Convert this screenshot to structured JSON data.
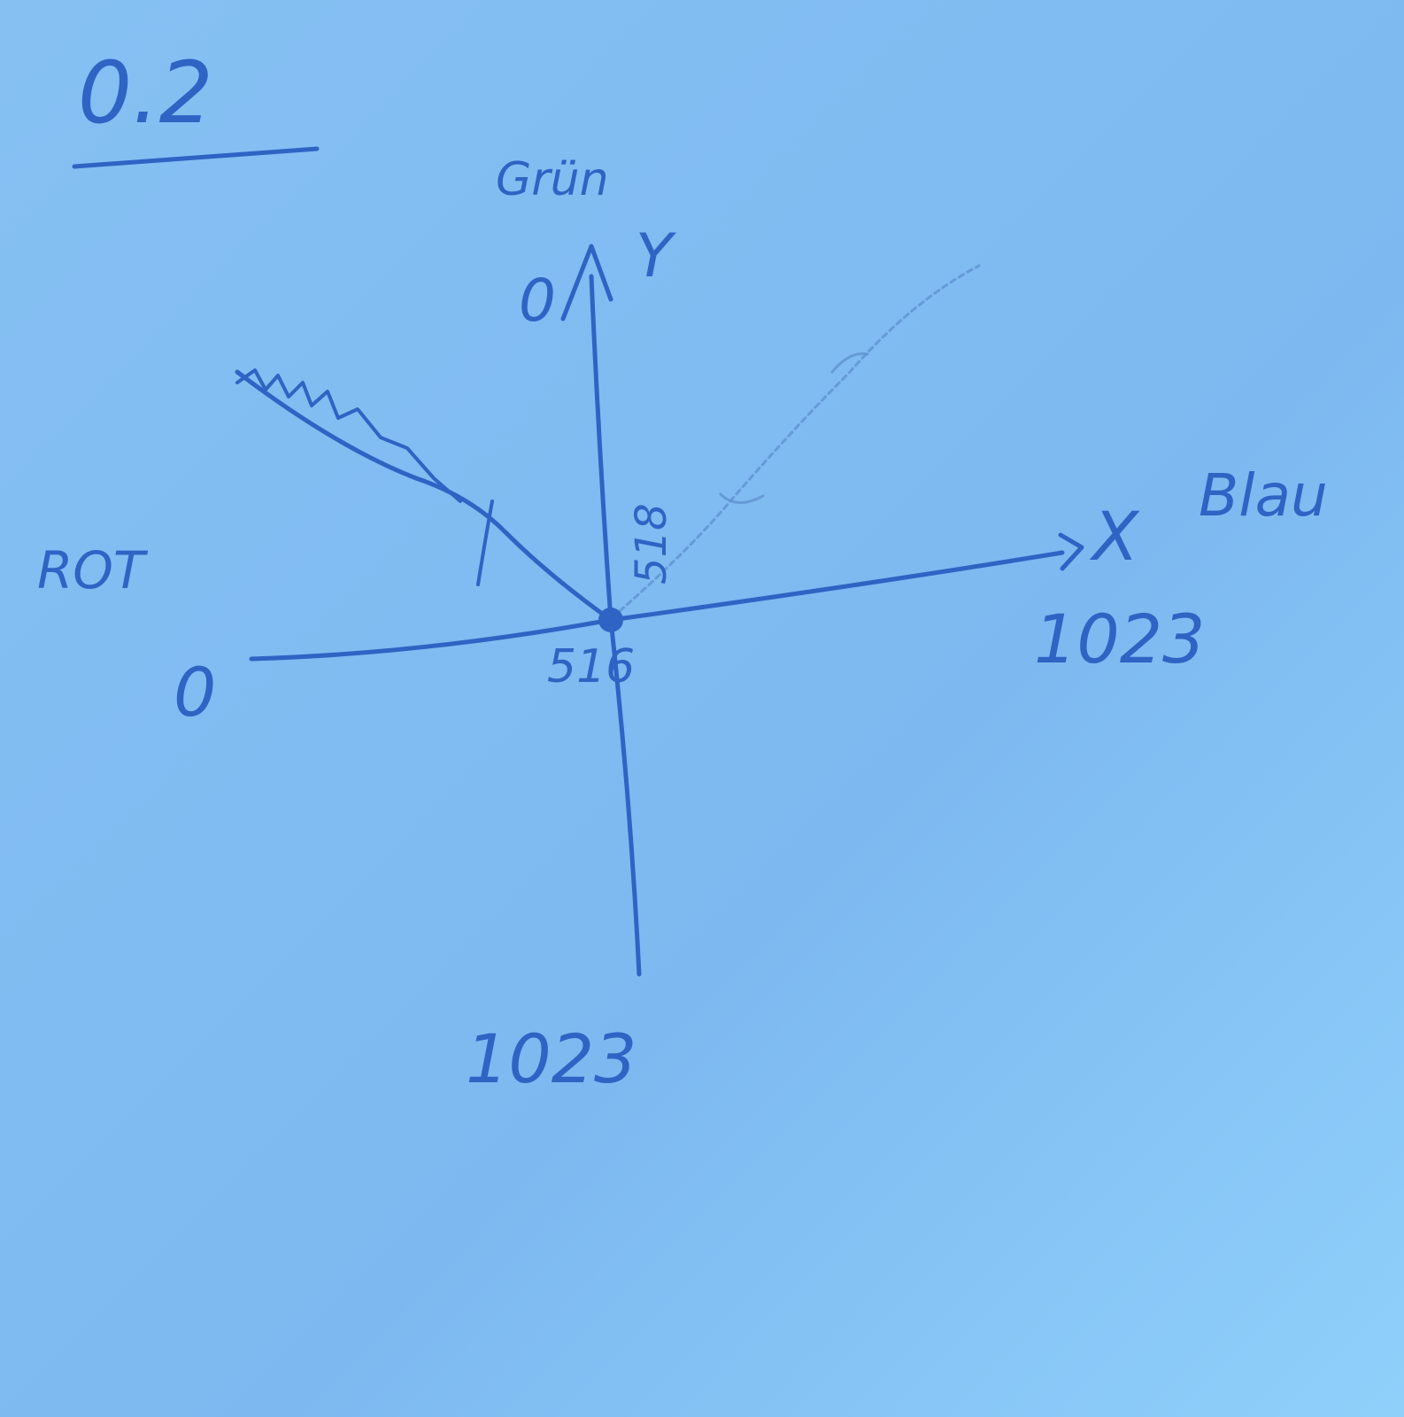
{
  "colors": {
    "paper": "#7fbdf2",
    "ink": "#2f63c4",
    "faint_ink": "#5f8fd0"
  },
  "title": "0.2",
  "axes": {
    "green": {
      "label": "Grün",
      "axis_letter": "Y",
      "top_value": "0",
      "bottom_value": "1023"
    },
    "blue": {
      "label": "Blau",
      "axis_letter": "X",
      "right_value": "1023"
    },
    "red": {
      "label": "ROT",
      "left_value": "0"
    }
  },
  "center": {
    "x_value": "516",
    "y_value": "518"
  }
}
